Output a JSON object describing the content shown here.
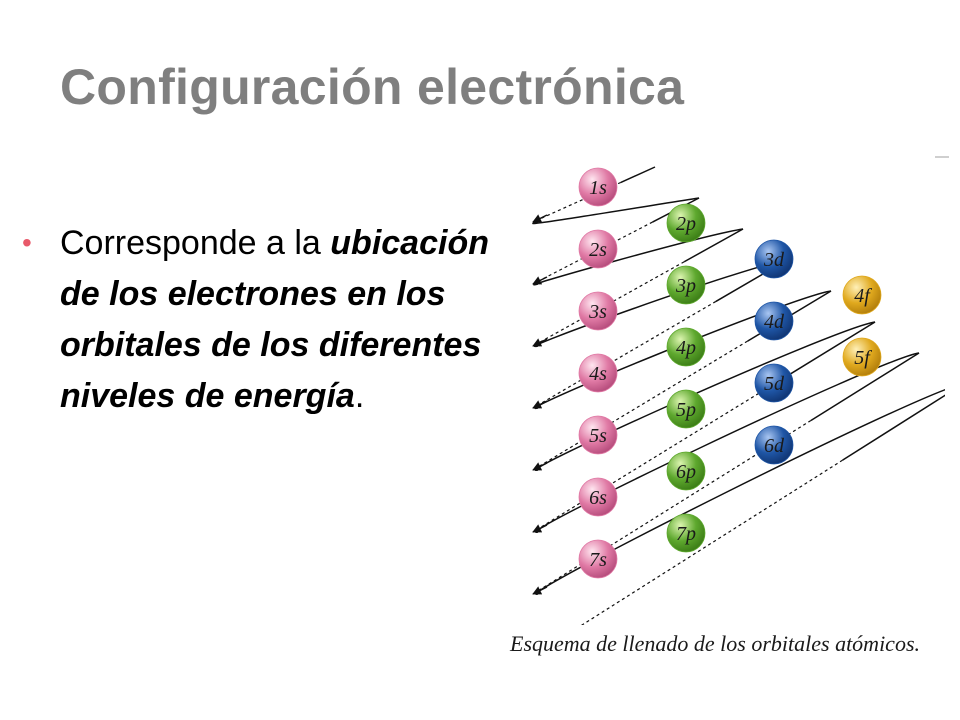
{
  "slide": {
    "title": "Configuración electrónica",
    "bullet": {
      "part1": "Corresponde a la ",
      "emphasis": "ubicación de los electrones en los orbitales de los diferentes niveles de energía",
      "part2": "."
    }
  },
  "diagram": {
    "colors": {
      "s": "#e07aa5",
      "p": "#5ea82e",
      "d": "#1f56a6",
      "f": "#e0a91e"
    },
    "orbitals": [
      {
        "label": "1s",
        "type": "s"
      },
      {
        "label": "2s",
        "type": "s"
      },
      {
        "label": "2p",
        "type": "p"
      },
      {
        "label": "3s",
        "type": "s"
      },
      {
        "label": "3p",
        "type": "p"
      },
      {
        "label": "3d",
        "type": "d"
      },
      {
        "label": "4s",
        "type": "s"
      },
      {
        "label": "4p",
        "type": "p"
      },
      {
        "label": "4d",
        "type": "d"
      },
      {
        "label": "4f",
        "type": "f"
      },
      {
        "label": "5s",
        "type": "s"
      },
      {
        "label": "5p",
        "type": "p"
      },
      {
        "label": "5d",
        "type": "d"
      },
      {
        "label": "5f",
        "type": "f"
      },
      {
        "label": "6s",
        "type": "s"
      },
      {
        "label": "6p",
        "type": "p"
      },
      {
        "label": "6d",
        "type": "d"
      },
      {
        "label": "7s",
        "type": "s"
      },
      {
        "label": "7p",
        "type": "p"
      }
    ],
    "caption": "Esquema de llenado de los orbitales atómicos."
  }
}
